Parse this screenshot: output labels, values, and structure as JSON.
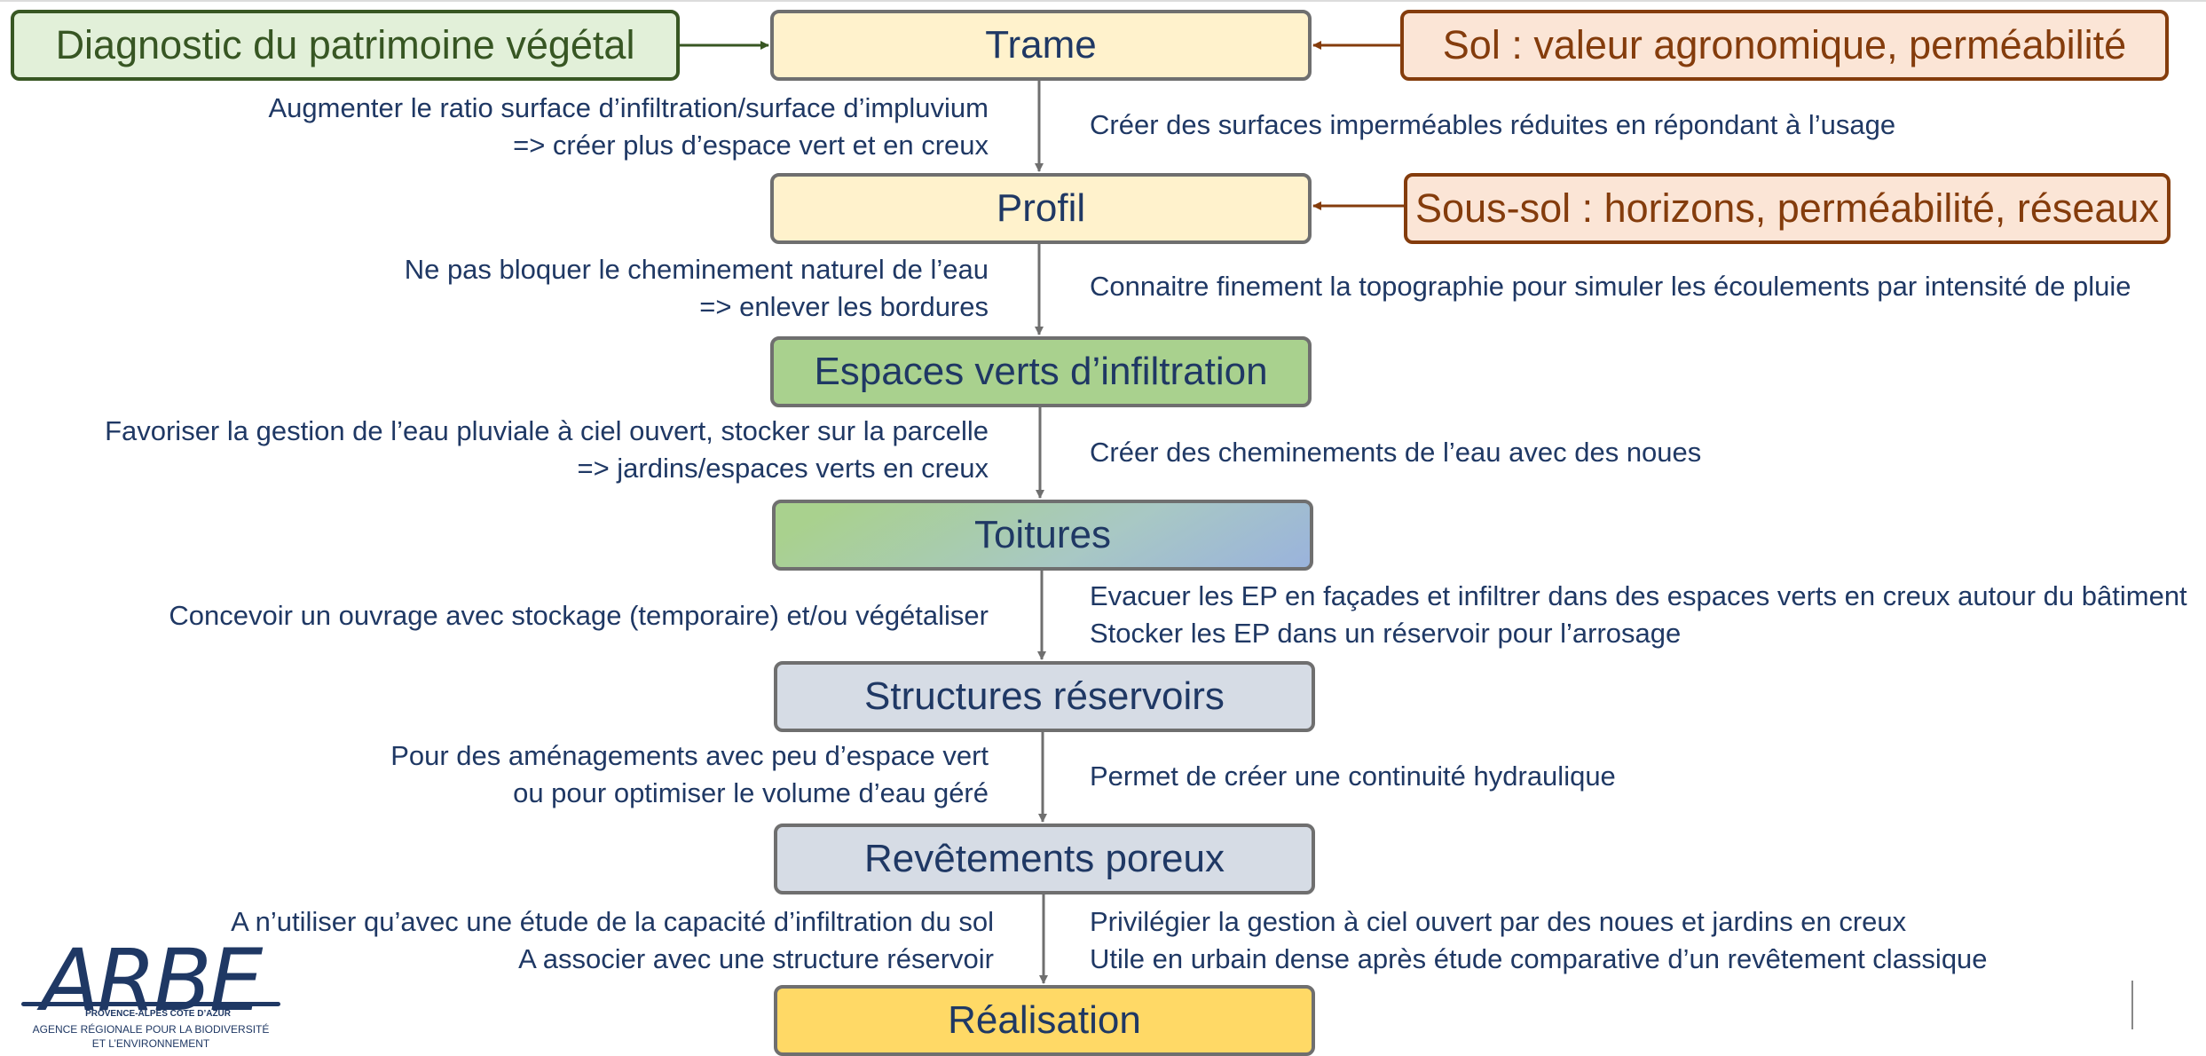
{
  "steps": [
    {
      "label": "Trame"
    },
    {
      "label": "Profil"
    },
    {
      "label": "Espaces verts d’infiltration"
    },
    {
      "label": "Toitures"
    },
    {
      "label": "Structures réservoirs"
    },
    {
      "label": "Revêtements poreux"
    },
    {
      "label": "Réalisation"
    }
  ],
  "inputs": {
    "diagnostic": "Diagnostic du patrimoine végétal",
    "sol": "Sol : valeur agronomique, perméabilité",
    "soussol": "Sous-sol : horizons, perméabilité, réseaux"
  },
  "transitions": [
    {
      "left": [
        "Augmenter le ratio surface d’infiltration/surface d’impluvium",
        "=> créer plus d’espace vert et en creux"
      ],
      "right": [
        "Créer des surfaces imperméables réduites en répondant à l’usage"
      ]
    },
    {
      "left": [
        "Ne pas bloquer le cheminement naturel de l’eau",
        "=> enlever les bordures"
      ],
      "right": [
        "Connaitre finement la topographie pour simuler les écoulements par intensité de pluie"
      ]
    },
    {
      "left": [
        "Favoriser la gestion de l’eau pluviale à ciel ouvert, stocker sur la parcelle",
        "=> jardins/espaces verts en creux"
      ],
      "right": [
        "Créer des cheminements de l’eau avec des noues"
      ]
    },
    {
      "left": [
        "Concevoir un ouvrage avec stockage (temporaire) et/ou végétaliser"
      ],
      "right": [
        "Evacuer les EP en façades et infiltrer dans des espaces verts en creux autour du bâtiment",
        "Stocker les EP dans un réservoir pour l’arrosage"
      ]
    },
    {
      "left": [
        "Pour des aménagements avec peu d’espace vert",
        "ou pour optimiser le volume d’eau géré"
      ],
      "right": [
        "Permet de créer une continuité hydraulique"
      ]
    },
    {
      "left": [
        "A n’utiliser qu’avec une étude de la capacité d’infiltration du sol",
        "A associer avec une structure réservoir"
      ],
      "right": [
        "Privilégier la gestion à ciel ouvert par des noues et jardins en creux",
        "Utile en urbain dense après étude comparative d’un revêtement classique"
      ]
    }
  ],
  "logo": {
    "name": "ARBE",
    "region": "PROVENCE-ALPES CÔTE D’AZUR",
    "line1": "AGENCE RÉGIONALE POUR LA BIODIVERSITÉ",
    "line2": "ET L’ENVIRONNEMENT"
  },
  "colors": {
    "text": "#1f3864",
    "step_yellow": "#fff2cc",
    "step_green": "#a9d18e",
    "step_grey": "#d6dce5",
    "step_gold": "#ffd966",
    "input_green_fill": "#e2f0d9",
    "input_green_border": "#385723",
    "input_orange_fill": "#fbe5d6",
    "input_orange_border": "#843c0c"
  }
}
